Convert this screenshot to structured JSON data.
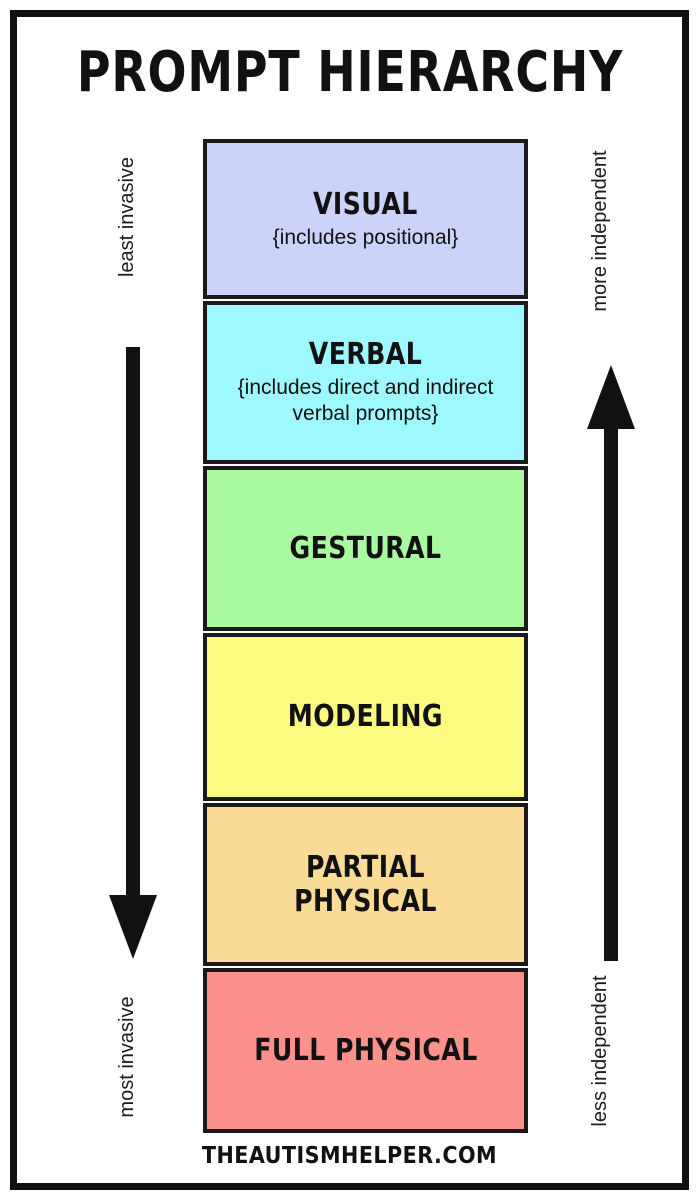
{
  "poster": {
    "title": "PROMPT HIERARCHY",
    "footer": "THEAUTISMHELPER.COM",
    "frame_color": "#111111",
    "background": "#ffffff"
  },
  "hierarchy": {
    "levels": [
      {
        "label": "VISUAL",
        "sub": "{includes positional}",
        "color": "#ccd3fb",
        "rank": 1
      },
      {
        "label": "VERBAL",
        "sub": "{includes direct and indirect verbal prompts}",
        "color": "#9df8ff",
        "rank": 2
      },
      {
        "label": "GESTURAL",
        "sub": "",
        "color": "#a8f9a0",
        "rank": 3
      },
      {
        "label": "MODELING",
        "sub": "",
        "color": "#fdfa82",
        "rank": 4
      },
      {
        "label": "PARTIAL PHYSICAL",
        "sub": "",
        "color": "#fbdc96",
        "rank": 5
      },
      {
        "label": "FULL PHYSICAL",
        "sub": "",
        "color": "#fb918a",
        "rank": 6
      }
    ]
  },
  "axes": {
    "left": {
      "top_label": "least invasive",
      "bottom_label": "most invasive",
      "arrow_direction": "down",
      "arrow_color": "#111111"
    },
    "right": {
      "top_label": "more independent",
      "bottom_label": "less independent",
      "arrow_direction": "up",
      "arrow_color": "#111111"
    }
  }
}
